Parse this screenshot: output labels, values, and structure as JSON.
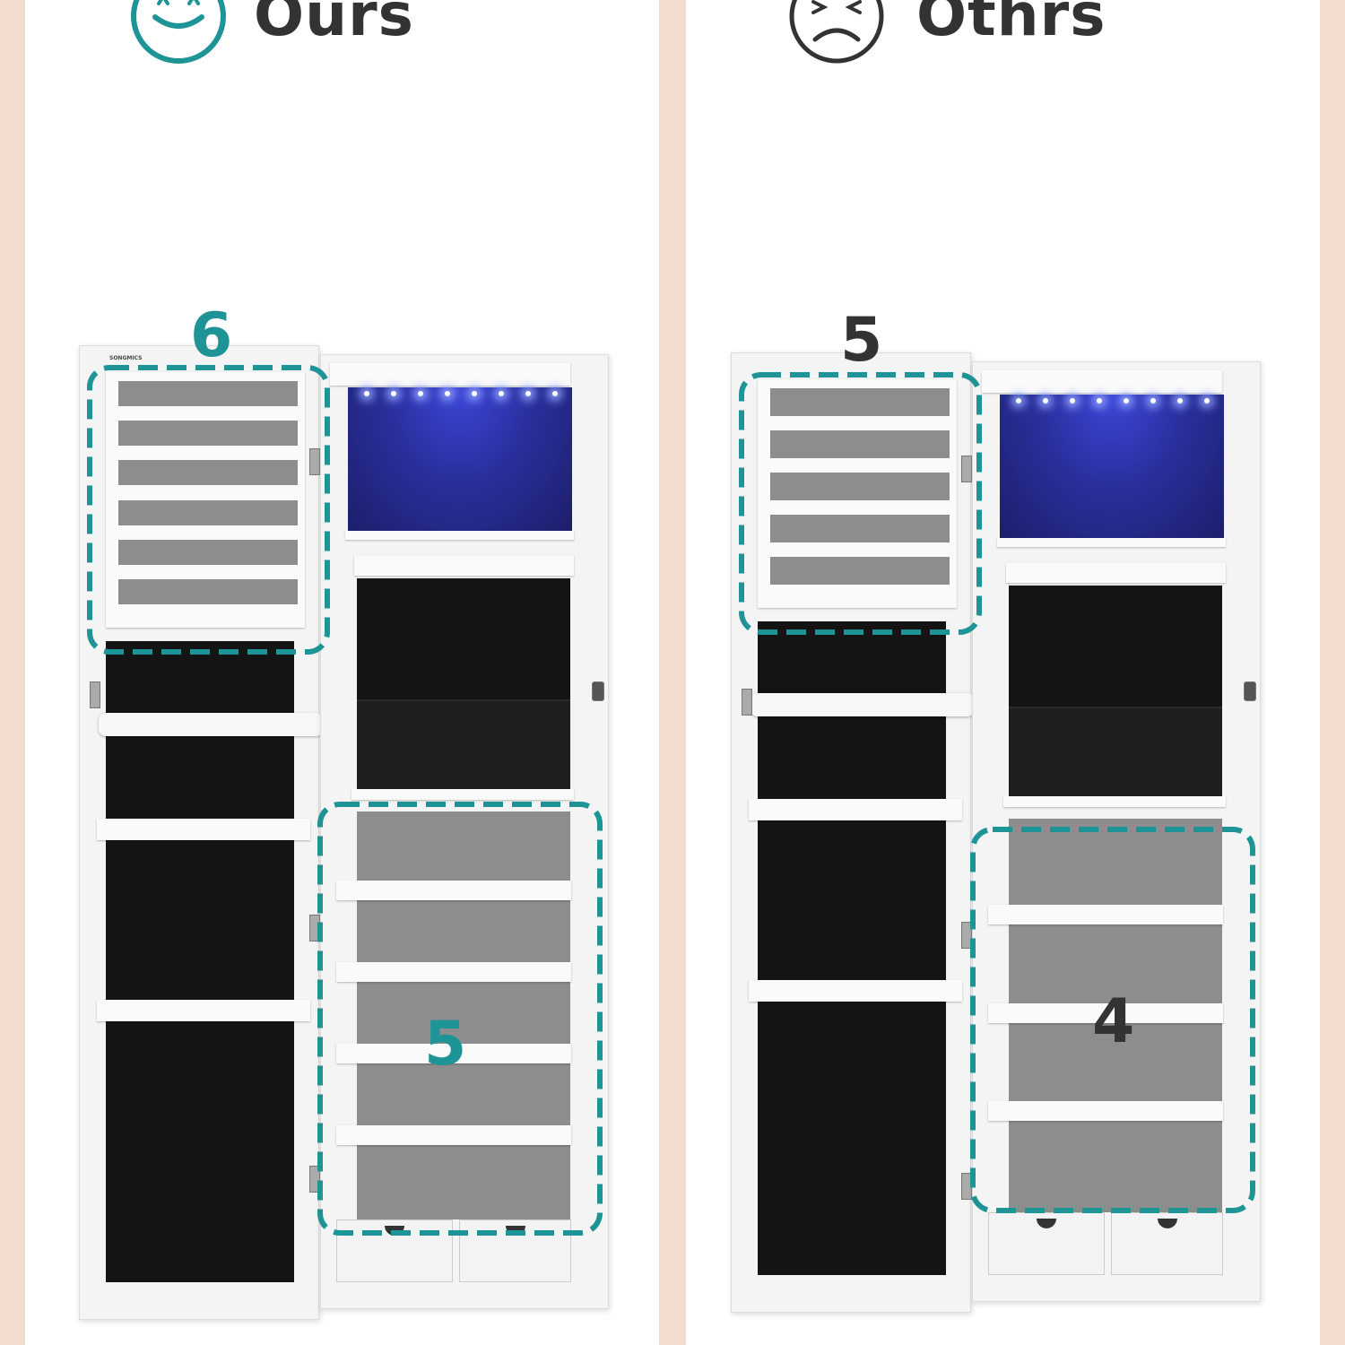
{
  "left": {
    "title": "Ours",
    "face_icon": "happy-face-icon",
    "top_count": "6",
    "bottom_count": "5",
    "brand": "SONGMICS"
  },
  "right": {
    "title": "Othrs",
    "face_icon": "sad-face-icon",
    "top_count": "5",
    "bottom_count": "4"
  },
  "colors": {
    "accent": "#1e9496",
    "text": "#333333",
    "background": "#f2dccd"
  }
}
